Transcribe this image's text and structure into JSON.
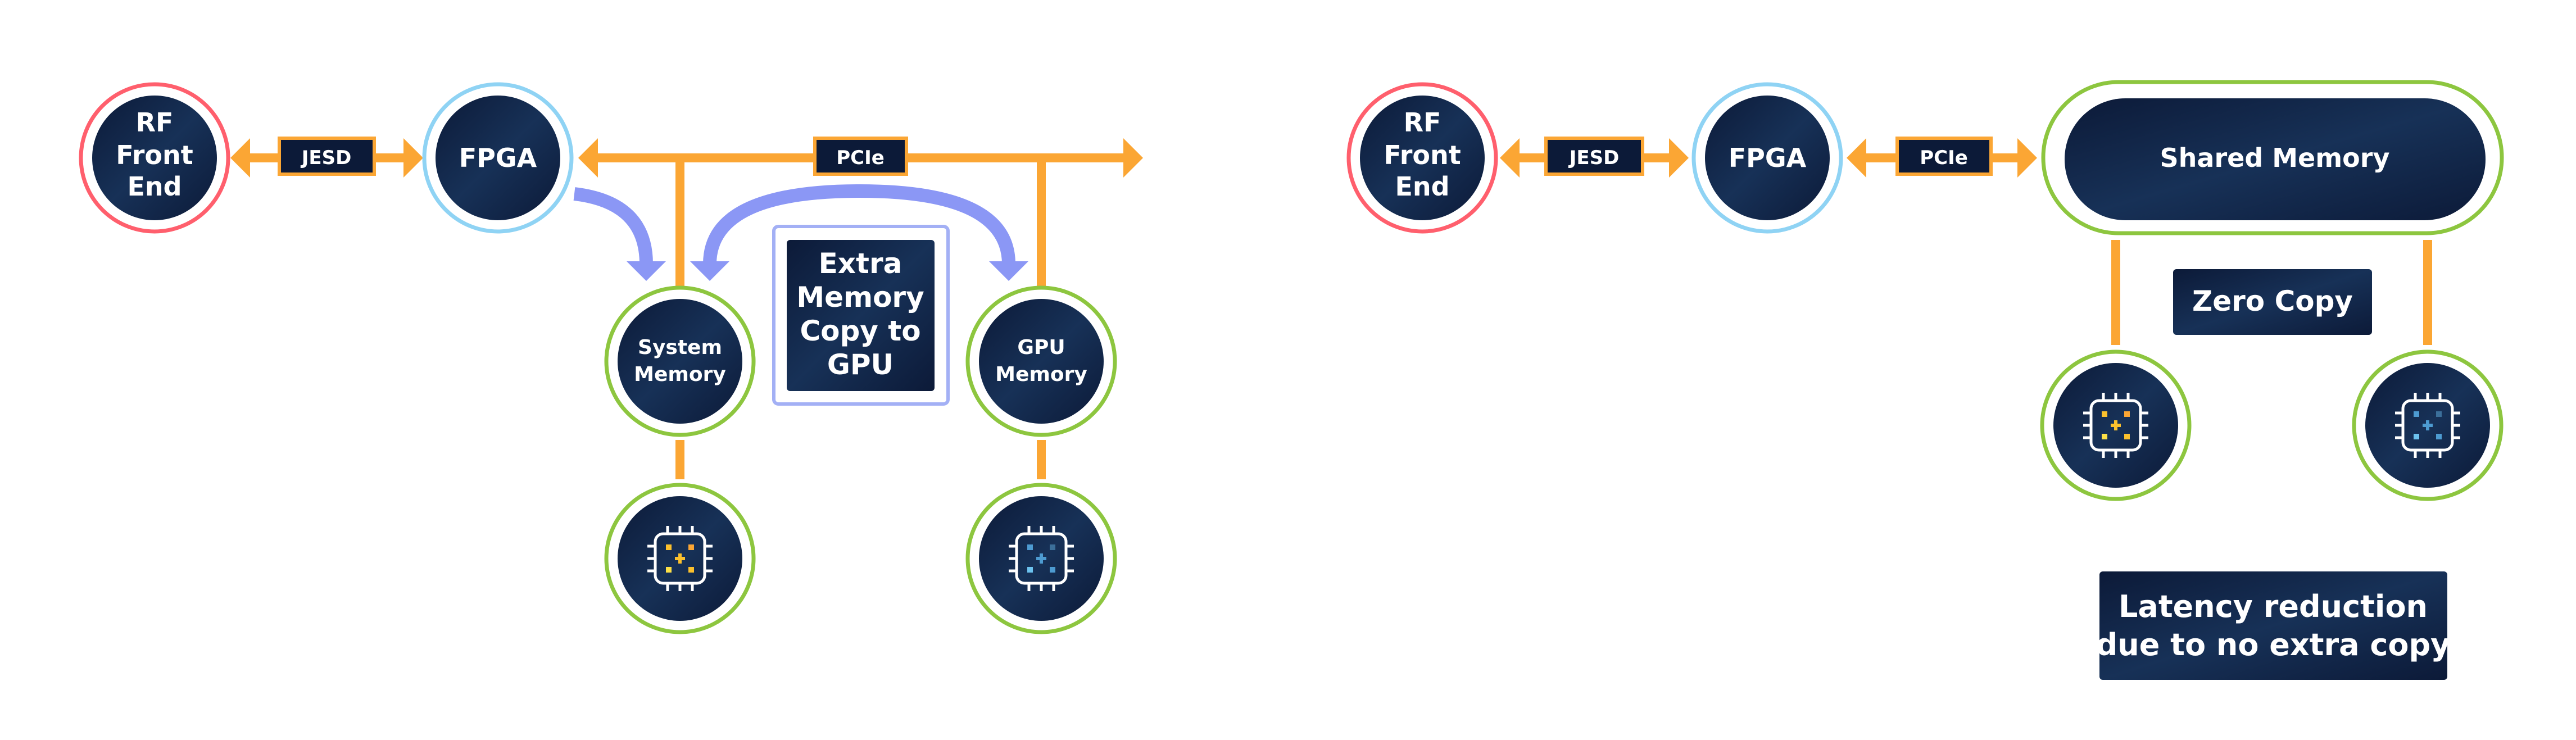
{
  "colors": {
    "navy_dark": "#0c1a38",
    "navy_light": "#173157",
    "orange": "#fba634",
    "rf_ring": "#ff5f6d",
    "fpga_ring": "#8fd3f4",
    "memory_ring": "#8dc63f",
    "copy_arrow": "#8b97f5",
    "copy_box_border": "#a3b0f5",
    "cpu_chip_accent": "#fbc02d",
    "gpu_chip_accent": "#4d9bd1"
  },
  "left": {
    "rf": {
      "lines": [
        "RF",
        "Front",
        "End"
      ]
    },
    "jesd": "JESD",
    "fpga": "FPGA",
    "pcie": "PCIe",
    "system_memory": {
      "lines": [
        "System",
        "Memory"
      ]
    },
    "gpu_memory": {
      "lines": [
        "GPU",
        "Memory"
      ]
    },
    "extra_copy": {
      "lines": [
        "Extra",
        "Memory",
        "Copy to",
        "GPU"
      ]
    },
    "cpu_icon": "cpu-chip-icon",
    "gpu_icon": "gpu-chip-icon"
  },
  "right": {
    "rf": {
      "lines": [
        "RF",
        "Front",
        "End"
      ]
    },
    "jesd": "JESD",
    "fpga": "FPGA",
    "pcie": "PCIe",
    "shared_memory": "Shared Memory",
    "zero_copy": "Zero Copy",
    "latency": {
      "lines": [
        "Latency reduction",
        "due to no extra copy"
      ]
    },
    "cpu_icon": "cpu-chip-icon",
    "gpu_icon": "gpu-chip-icon"
  }
}
